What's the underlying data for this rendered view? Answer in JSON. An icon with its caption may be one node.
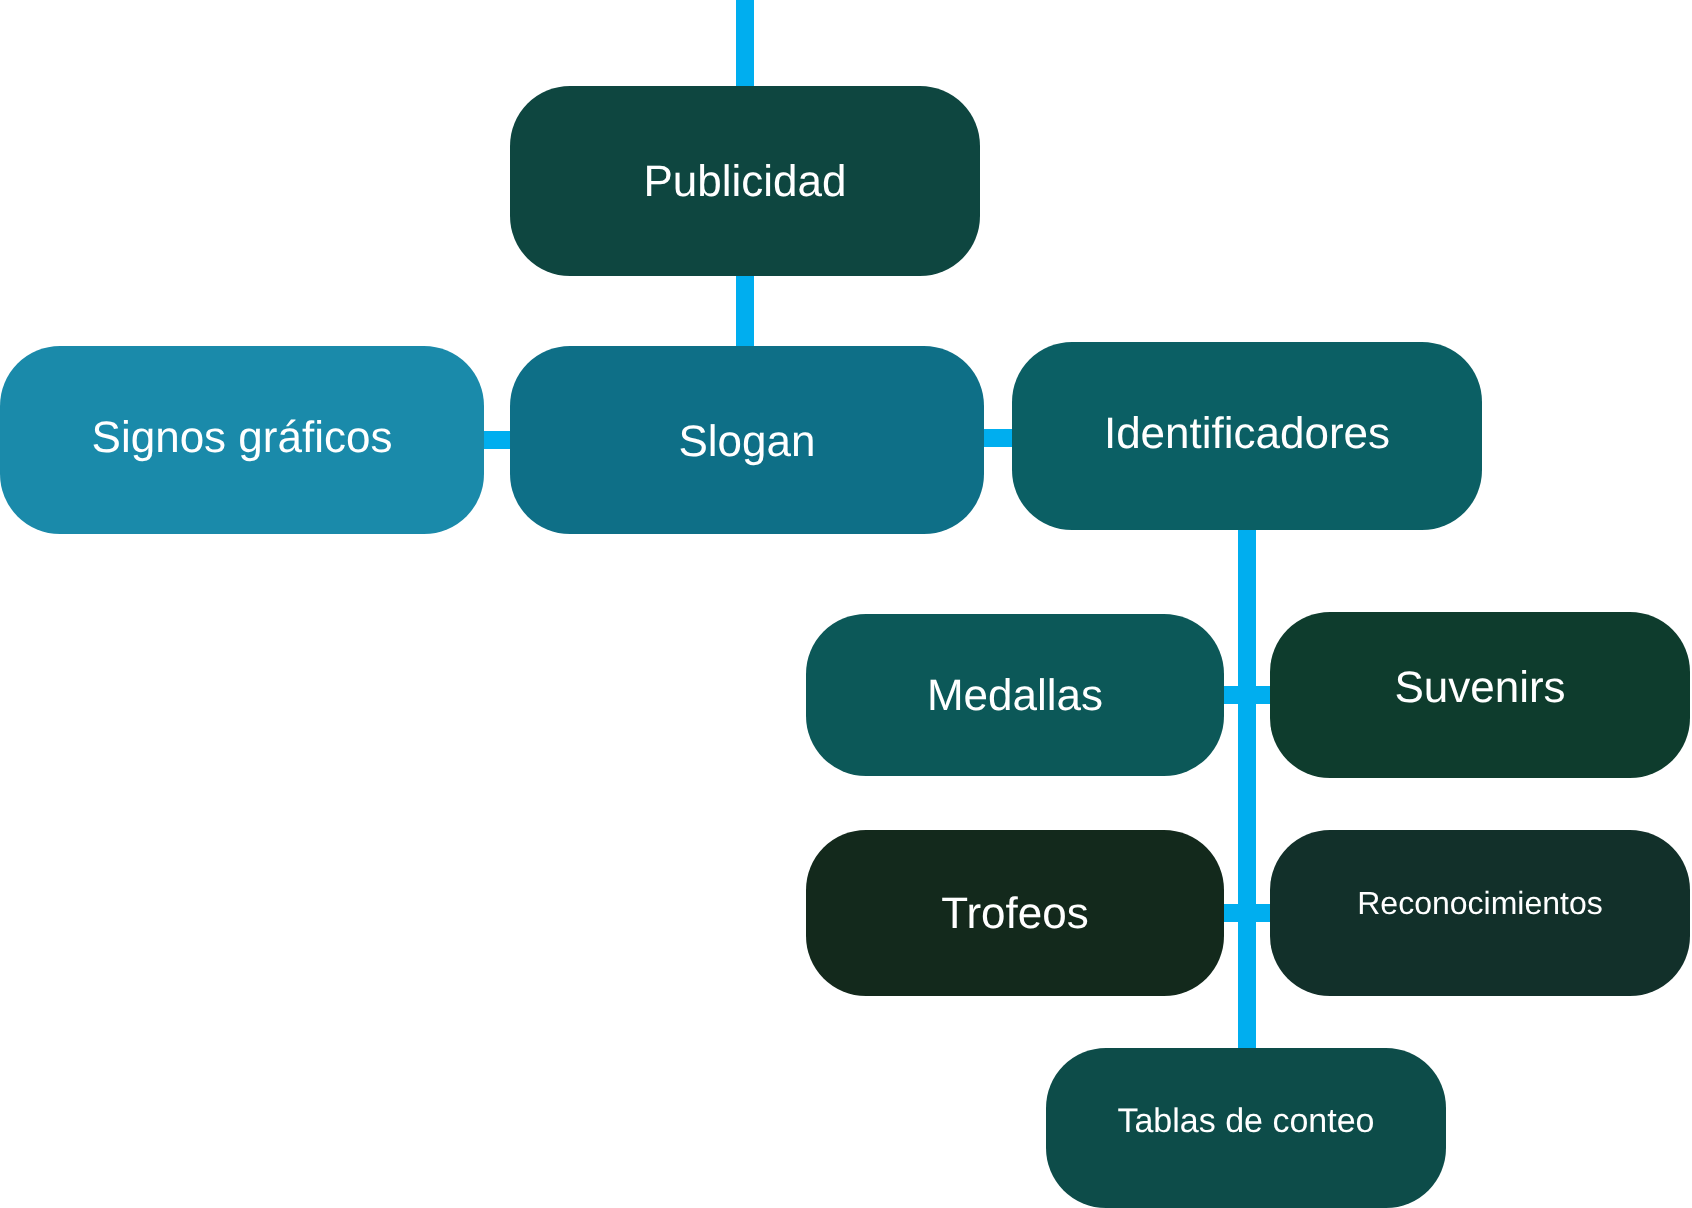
{
  "diagram": {
    "nodes": [
      {
        "text": [
          "Publicidad"
        ]
      },
      {
        "text": [
          "Signos gráficos"
        ]
      },
      {
        "text": [
          "Slogan"
        ]
      },
      {
        "text": [
          "Identificadores"
        ]
      },
      {
        "text": [
          "Medallas"
        ]
      },
      {
        "text": [
          "Suvenirs"
        ]
      },
      {
        "text": [
          "Trofeos"
        ]
      },
      {
        "text": [
          "Reconocimientos"
        ]
      },
      {
        "text": [
          "Tablas de conteo"
        ]
      }
    ],
    "edges": [
      {
        "from": null,
        "to": 0,
        "arrow": "none"
      },
      {
        "from": 0,
        "to": 2,
        "arrow": "none"
      },
      {
        "from": 2,
        "to": 1,
        "arrow": "none"
      },
      {
        "from": 2,
        "to": 3,
        "arrow": "none"
      },
      {
        "from": 3,
        "to": 4,
        "arrow": "none"
      },
      {
        "from": 3,
        "to": 5,
        "arrow": "none"
      },
      {
        "from": 3,
        "to": 6,
        "arrow": "none"
      },
      {
        "from": 3,
        "to": 7,
        "arrow": "none"
      },
      {
        "from": 3,
        "to": 8,
        "arrow": "none"
      }
    ]
  }
}
